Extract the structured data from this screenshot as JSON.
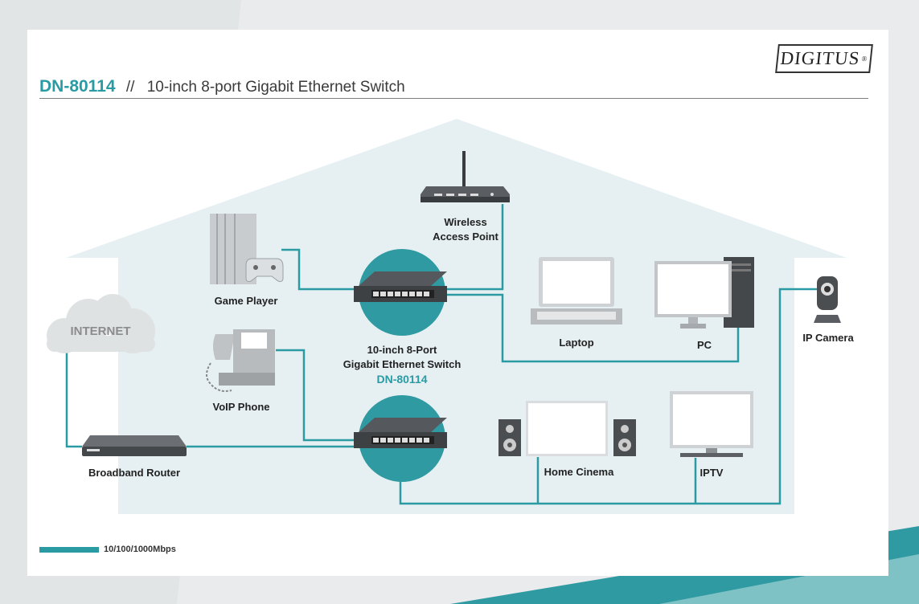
{
  "header": {
    "model": "DN-80114",
    "separator": "//",
    "description": "10-inch 8-port Gigabit Ethernet Switch",
    "brand": "DIGITUS",
    "brand_mark": "®"
  },
  "devices": {
    "wireless_ap": [
      "Wireless",
      "Access Point"
    ],
    "game_player": "Game Player",
    "laptop": "Laptop",
    "pc": "PC",
    "ip_camera": "IP Camera",
    "internet": "INTERNET",
    "voip_phone": "VoIP Phone",
    "broadband_router": "Broadband Router",
    "home_cinema": "Home Cinema",
    "iptv": "IPTV"
  },
  "switch": {
    "line1": "10-inch 8-Port",
    "line2": "Gigabit Ethernet Switch",
    "model": "DN-80114"
  },
  "legend": {
    "label": "10/100/1000Mbps"
  },
  "colors": {
    "accent": "#2a9aa3",
    "house": "#e6f0f3",
    "device_dark": "#4a4d50"
  }
}
